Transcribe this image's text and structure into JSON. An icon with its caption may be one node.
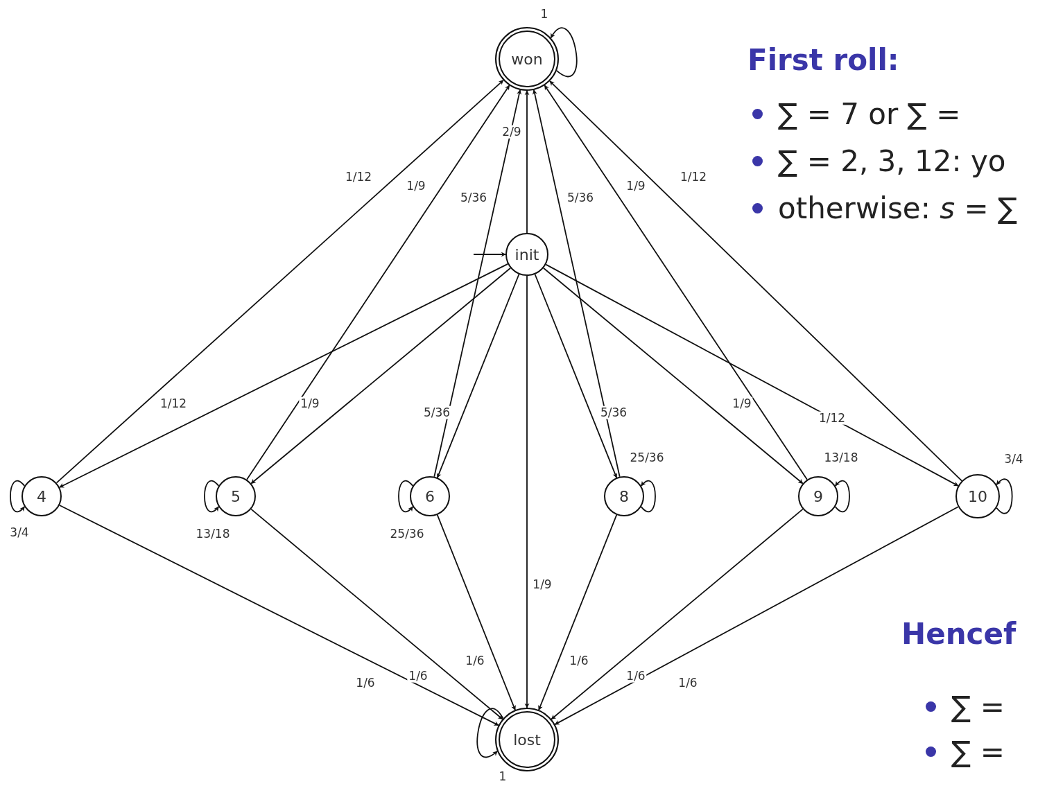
{
  "diagram": {
    "nodes": [
      {
        "text": [
          "won"
        ]
      },
      {
        "text": [
          "init"
        ]
      },
      {
        "text": [
          "4"
        ]
      },
      {
        "text": [
          "5"
        ]
      },
      {
        "text": [
          "6"
        ]
      },
      {
        "text": [
          "8"
        ]
      },
      {
        "text": [
          "9"
        ]
      },
      {
        "text": [
          "10"
        ]
      },
      {
        "text": [
          "lost"
        ]
      }
    ],
    "edges": [
      {
        "from": 0,
        "to": 0,
        "arrow": "to",
        "label": "1"
      },
      {
        "from": null,
        "to": 1,
        "arrow": "to"
      },
      {
        "from": 1,
        "to": 0,
        "arrow": "to",
        "label": "2/9"
      },
      {
        "from": 1,
        "to": 2,
        "arrow": "to",
        "label": "1/12"
      },
      {
        "from": 1,
        "to": 3,
        "arrow": "to",
        "label": "1/9"
      },
      {
        "from": 1,
        "to": 4,
        "arrow": "to",
        "label": "5/36"
      },
      {
        "from": 1,
        "to": 5,
        "arrow": "to",
        "label": "5/36"
      },
      {
        "from": 1,
        "to": 6,
        "arrow": "to",
        "label": "1/9"
      },
      {
        "from": 1,
        "to": 7,
        "arrow": "to",
        "label": "1/12"
      },
      {
        "from": 2,
        "to": 0,
        "arrow": "to",
        "label": "1/12"
      },
      {
        "from": 3,
        "to": 0,
        "arrow": "to",
        "label": "1/9"
      },
      {
        "from": 4,
        "to": 0,
        "arrow": "to",
        "label": "5/36"
      },
      {
        "from": 5,
        "to": 0,
        "arrow": "to",
        "label": "5/36"
      },
      {
        "from": 6,
        "to": 0,
        "arrow": "to",
        "label": "1/9"
      },
      {
        "from": 7,
        "to": 0,
        "arrow": "to",
        "label": "1/12"
      },
      {
        "from": 2,
        "to": 2,
        "arrow": "to",
        "label": "3/4"
      },
      {
        "from": 3,
        "to": 3,
        "arrow": "to",
        "label": "13/18"
      },
      {
        "from": 4,
        "to": 4,
        "arrow": "to",
        "label": "25/36"
      },
      {
        "from": 5,
        "to": 5,
        "arrow": "to",
        "label": "25/36"
      },
      {
        "from": 6,
        "to": 6,
        "arrow": "to",
        "label": "13/18"
      },
      {
        "from": 7,
        "to": 7,
        "arrow": "to",
        "label": "3/4"
      },
      {
        "from": 1,
        "to": 8,
        "arrow": "to",
        "label": "1/9"
      },
      {
        "from": 2,
        "to": 8,
        "arrow": "to",
        "label": "1/6"
      },
      {
        "from": 3,
        "to": 8,
        "arrow": "to",
        "label": "1/6"
      },
      {
        "from": 4,
        "to": 8,
        "arrow": "to",
        "label": "1/6"
      },
      {
        "from": 5,
        "to": 8,
        "arrow": "to",
        "label": "1/6"
      },
      {
        "from": 6,
        "to": 8,
        "arrow": "to",
        "label": "1/6"
      },
      {
        "from": 7,
        "to": 8,
        "arrow": "to",
        "label": "1/6"
      },
      {
        "from": 8,
        "to": 8,
        "arrow": "to",
        "label": "1"
      }
    ],
    "labels": [
      "First roll:",
      "∑ = 7 or ∑ =",
      "∑ = 2, 3, 12: yo",
      "otherwise: *s* = ∑",
      "Hencef",
      "∑ =",
      "∑ ="
    ]
  }
}
